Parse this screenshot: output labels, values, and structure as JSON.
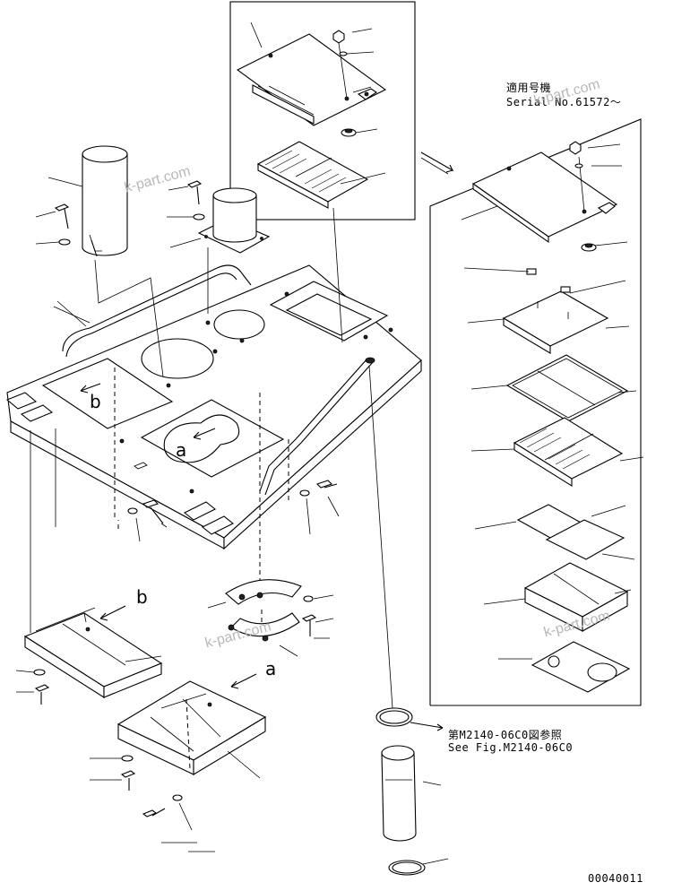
{
  "serial_block": {
    "line1": "適用号機",
    "line2": "Serial No.61572～"
  },
  "reference_note": {
    "line1": "第M2140-06C0図参照",
    "line2": "See Fig.M2140-06C0"
  },
  "detail_letters": {
    "a_upper": "a",
    "b_upper": "b",
    "a_lower": "a",
    "b_lower": "b"
  },
  "page_code": "00040011",
  "watermark": "k-part.com"
}
